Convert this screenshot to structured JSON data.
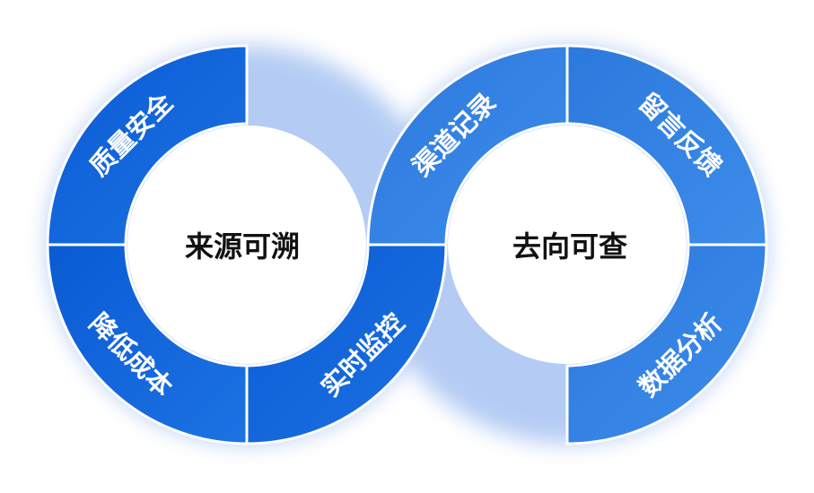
{
  "left": {
    "center": "来源可溯",
    "segments": [
      "质量安全",
      "降低成本",
      "实时监控"
    ],
    "color_start": "#0a5bd3",
    "color_end": "#1c72e3"
  },
  "right": {
    "center": "去向可查",
    "segments": [
      "渠道记录",
      "留言反馈",
      "数据分析"
    ],
    "color_start": "#2c79dd",
    "color_end": "#3d8cea"
  }
}
